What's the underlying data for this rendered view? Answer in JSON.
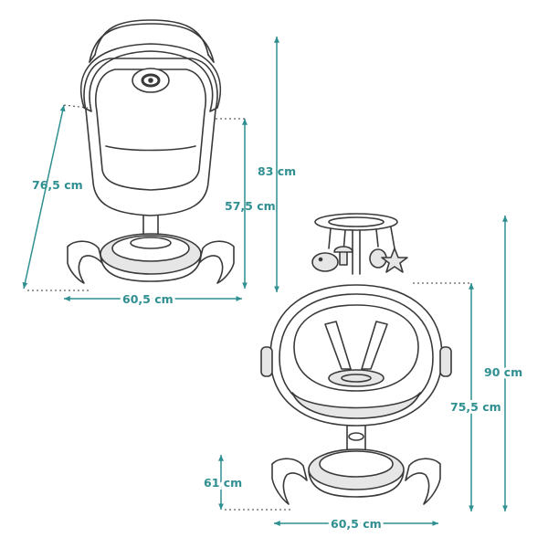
{
  "colors": {
    "outline": "#3a3a3a",
    "dimension": "#2f8f91",
    "shade": "#e6e6e6",
    "background": "#ffffff"
  },
  "views": {
    "bassinet": {
      "depth": "76,5 cm",
      "height_basket": "57,5 cm",
      "height_total": "83 cm",
      "width": "60,5 cm"
    },
    "chair": {
      "height_total": "90 cm",
      "height_seat": "75,5 cm",
      "height_base": "61 cm",
      "width": "60,5 cm"
    }
  }
}
